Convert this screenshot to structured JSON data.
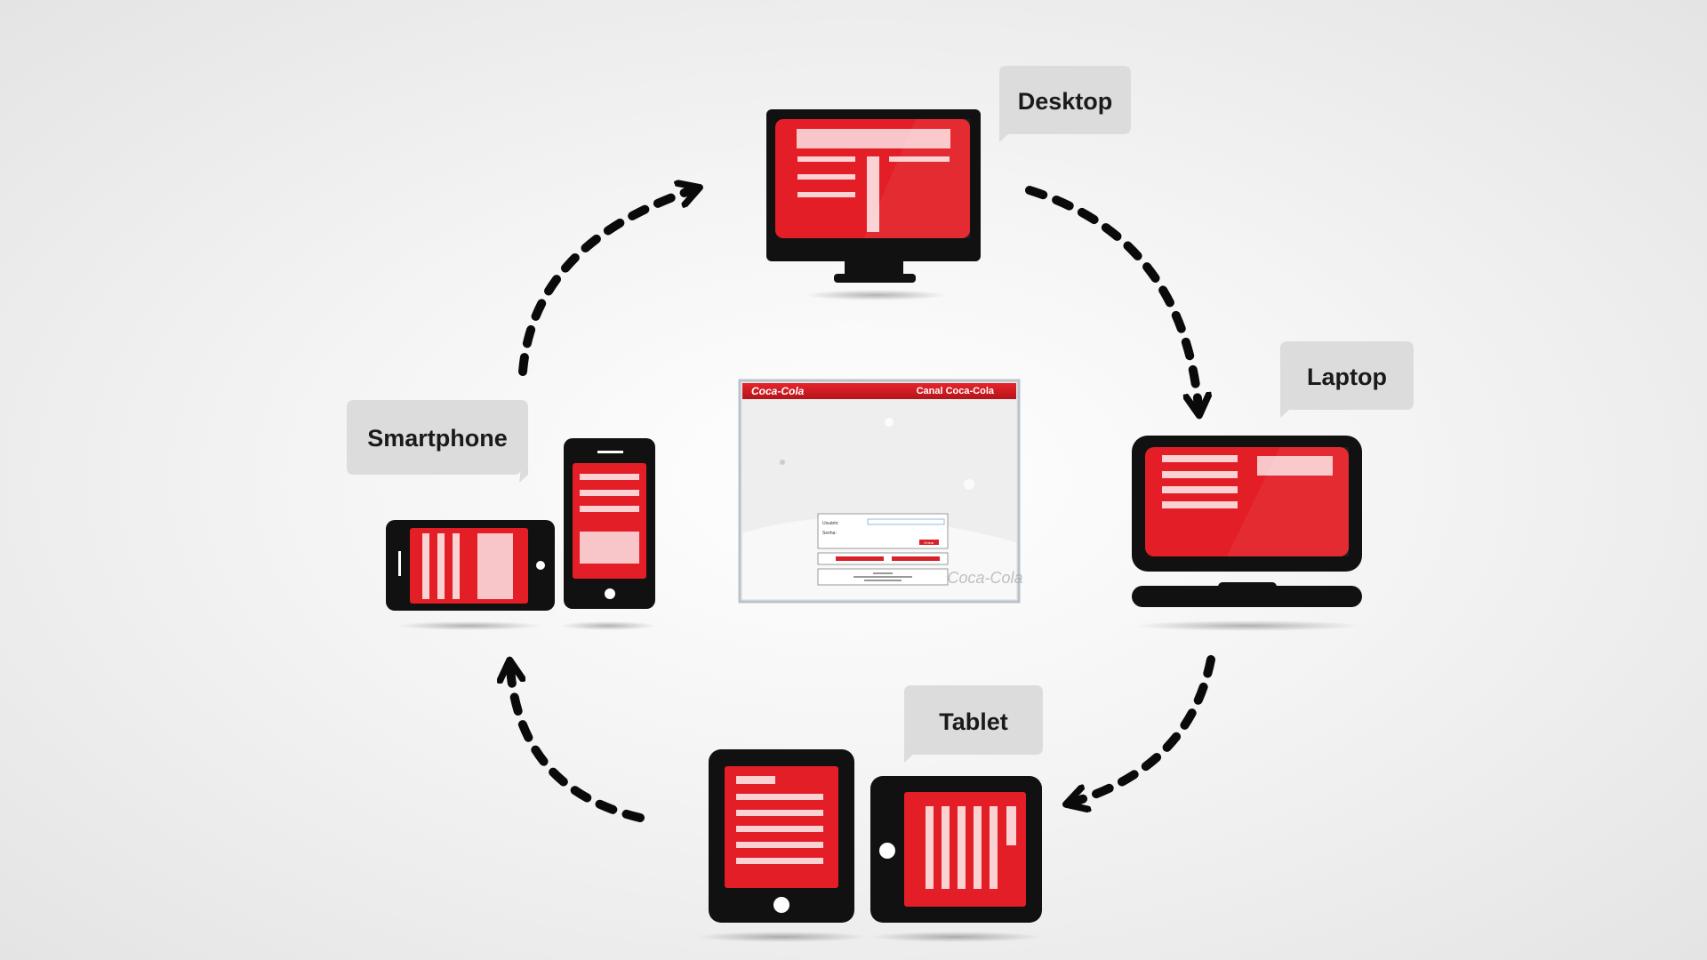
{
  "colors": {
    "device_red": "#e41e26",
    "device_black": "#111111",
    "bubble_gray": "#dcdcdc",
    "arrow_black": "#0a0a0a"
  },
  "devices": {
    "desktop": {
      "label": "Desktop",
      "icon": "desktop-monitor-icon"
    },
    "laptop": {
      "label": "Laptop",
      "icon": "laptop-icon"
    },
    "tablet": {
      "label": "Tablet",
      "icon": "tablet-icon"
    },
    "smartphone": {
      "label": "Smartphone",
      "icon": "smartphone-icon"
    }
  },
  "center_screen": {
    "brand": "Coca-Cola",
    "title": "Canal Coca-Cola",
    "user_label": "Usuário:",
    "password_label": "Senha:",
    "login_button": "Entrar",
    "watermark": "Coca-Cola"
  },
  "cycle": [
    "desktop",
    "laptop",
    "tablet",
    "smartphone"
  ]
}
